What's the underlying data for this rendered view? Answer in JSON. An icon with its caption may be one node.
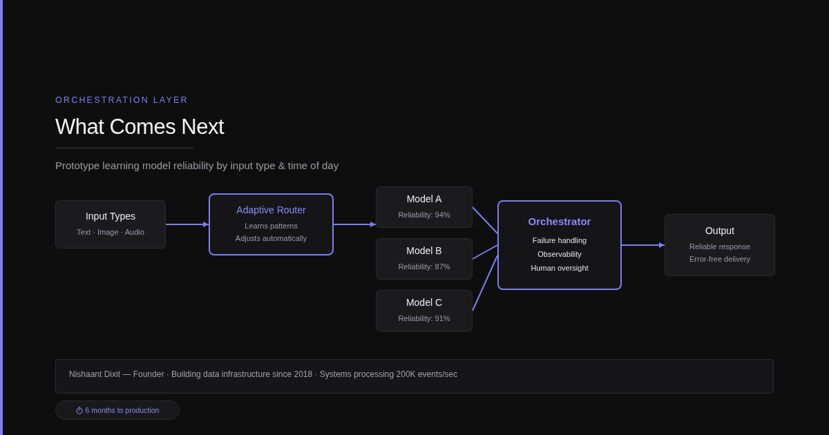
{
  "diagram": {
    "title": "What Comes Next",
    "nodes": [
      {
        "text": [
          "Input Types",
          "Text · Image · Audio"
        ]
      },
      {
        "text": [
          "Adaptive Router",
          "Learns patterns",
          "Adjusts automatically"
        ]
      },
      {
        "text": [
          "Model A",
          "Reliability: 94%"
        ]
      },
      {
        "text": [
          "Model B",
          "Reliability: 87%"
        ]
      },
      {
        "text": [
          "Model C",
          "Reliability: 91%"
        ]
      },
      {
        "text": [
          "Orchestrator",
          "Failure handling",
          "Observability",
          "Human oversight"
        ]
      },
      {
        "text": [
          "Output",
          "Reliable response",
          "Error-free delivery"
        ]
      },
      {
        "text": [
          "Nishaant Dixit — Founder · Building data infrastructure since 2018 · Systems processing 200K events/sec"
        ]
      },
      {
        "text": [
          "6 months to production"
        ]
      }
    ],
    "edges": [
      {
        "from": 0,
        "to": 1,
        "arrow": "to"
      },
      {
        "from": 1,
        "to": 2,
        "arrow": "to"
      },
      {
        "from": 2,
        "to": 5,
        "arrow": "none"
      },
      {
        "from": 3,
        "to": 5,
        "arrow": "none"
      },
      {
        "from": 4,
        "to": 5,
        "arrow": "none"
      },
      {
        "from": 5,
        "to": 6,
        "arrow": "to"
      }
    ],
    "labels": [
      "ORCHESTRATION LAYER",
      "Prototype learning model reliability by input type & time of day"
    ]
  }
}
